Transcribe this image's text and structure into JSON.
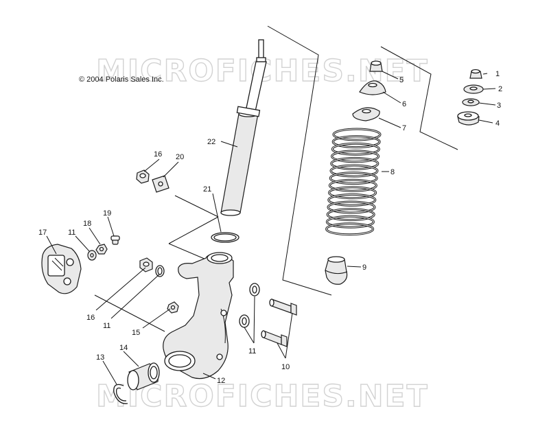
{
  "copyright": "© 2004 Polaris Sales Inc.",
  "watermark": "MICROFICHES.NET",
  "callouts": {
    "c1": "1",
    "c2": "2",
    "c3": "3",
    "c4": "4",
    "c5": "5",
    "c6": "6",
    "c7": "7",
    "c8": "8",
    "c9": "9",
    "c10": "10",
    "c11a": "11",
    "c11b": "11",
    "c11c": "11",
    "c12": "12",
    "c13": "13",
    "c14": "14",
    "c15": "15",
    "c16a": "16",
    "c16b": "16",
    "c17": "17",
    "c18": "18",
    "c19": "19",
    "c20": "20",
    "c21": "21",
    "c22": "22"
  }
}
